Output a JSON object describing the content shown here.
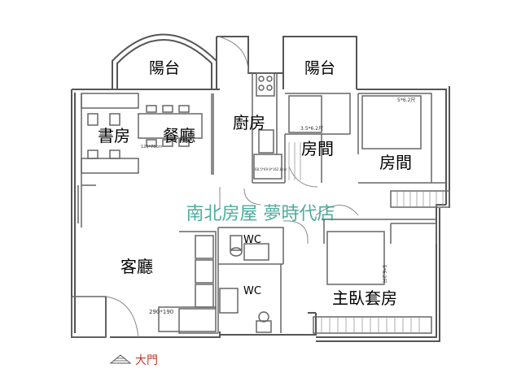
{
  "rooms": {
    "balcony_left": "陽台",
    "balcony_right": "陽台",
    "study": "書房",
    "dining": "餐廳",
    "kitchen": "廚房",
    "bedroom_a": "房間",
    "bedroom_b": "房間",
    "living": "客廳",
    "wc_upper": "WC",
    "wc_lower": "WC",
    "master_suite": "主臥套房"
  },
  "dimension_labels": {
    "table": "125*75cm",
    "bed_a": "3.5*6.2尺",
    "bed_b": "5*6.2尺",
    "bed_master": "5*6.2尺",
    "sofa": "290*190",
    "fridge": "68.5*69.9*162.8cm"
  },
  "watermark": "南北房屋  夢時代店",
  "legend": {
    "entrance_label": "大門",
    "entrance_color": "#c0392b"
  },
  "colors": {
    "wall": "#555555",
    "line": "#777777",
    "watermark": "#2f9e8e"
  }
}
